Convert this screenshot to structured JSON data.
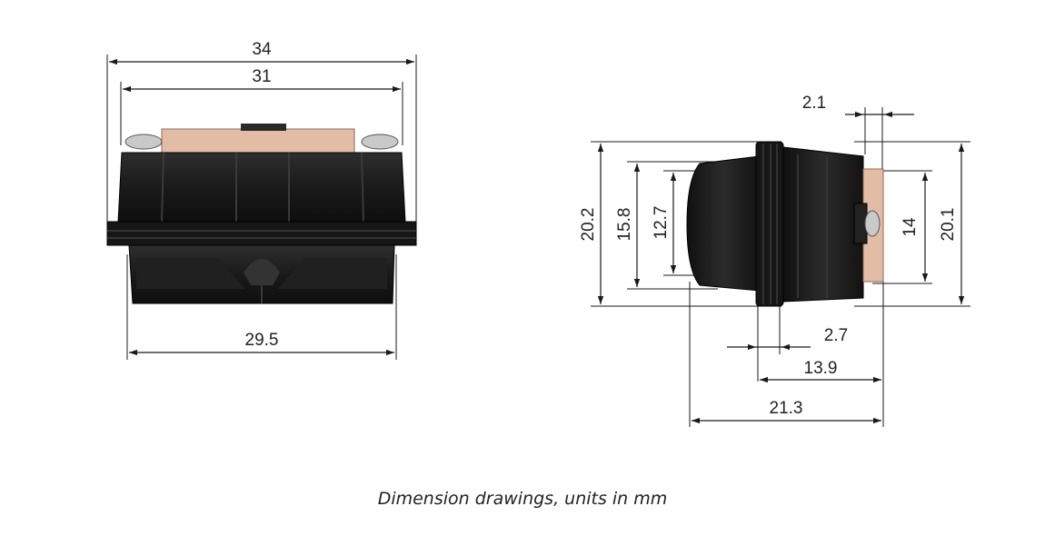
{
  "front_view": {
    "dim_overall_width": "34",
    "dim_inner_width": "31",
    "dim_base_width": "29.5"
  },
  "side_view": {
    "dim_flange_thickness": "2.1",
    "dim_overall_height": "20.2",
    "dim_body_height": "15.8",
    "dim_nose_height": "12.7",
    "dim_pcb_height": "14",
    "dim_rear_height": "20.1",
    "dim_groove_width": "2.7",
    "dim_rear_length": "13.9",
    "dim_overall_length": "21.3"
  },
  "caption": "Dimension drawings, units in mm",
  "colors": {
    "housing": "#1c1c1c",
    "housing_highlight": "#3a3a3a",
    "pcb": "#e3bca6",
    "screw": "#c9c9c9"
  }
}
